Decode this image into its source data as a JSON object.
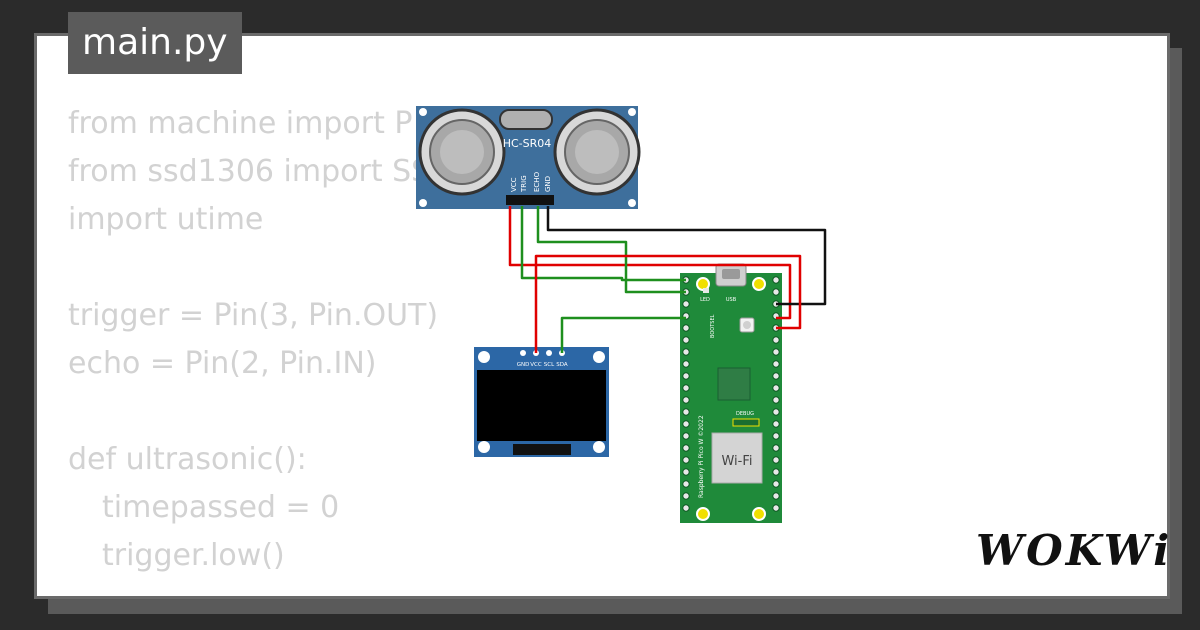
{
  "file_tab": {
    "label": "main.py"
  },
  "code_lines": [
    {
      "text": "from machine import P",
      "indent": false
    },
    {
      "text": "from ssd1306 import SS",
      "indent": false
    },
    {
      "text": "import utime",
      "indent": false
    },
    {
      "text": "",
      "indent": false
    },
    {
      "text": "trigger = Pin(3, Pin.OUT)",
      "indent": false
    },
    {
      "text": "echo = Pin(2, Pin.IN)",
      "indent": false
    },
    {
      "text": "",
      "indent": false
    },
    {
      "text": "def ultrasonic():",
      "indent": false
    },
    {
      "text": "timepassed = 0",
      "indent": true
    },
    {
      "text": "trigger.low()",
      "indent": true
    }
  ],
  "sensor": {
    "model": "HC-SR04",
    "pins": [
      "VCC",
      "TRIG",
      "ECHO",
      "GND"
    ]
  },
  "oled": {
    "pins": [
      "GND",
      "VCC",
      "SCL",
      "SDA"
    ]
  },
  "pico": {
    "led_label": "LED",
    "usb_label": "USB",
    "bootsel_label": "BOOTSEL",
    "debug_label": "DEBUG",
    "wifi_label": "Wi-Fi",
    "board_text": "Raspberry Pi Pico W ©2022"
  },
  "logo": {
    "text": "WOKWi"
  },
  "colors": {
    "background": "#2b2b2b",
    "card": "#ffffff",
    "tab": "#5b5b5b",
    "code_text": "#d2d2d2",
    "sensor_blue": "#3e6f9c",
    "oled_blue": "#2c67a6",
    "pico_green": "#1f8a3a",
    "wire_red": "#e00000",
    "wire_green": "#1e8f1e",
    "wire_black": "#111111"
  }
}
